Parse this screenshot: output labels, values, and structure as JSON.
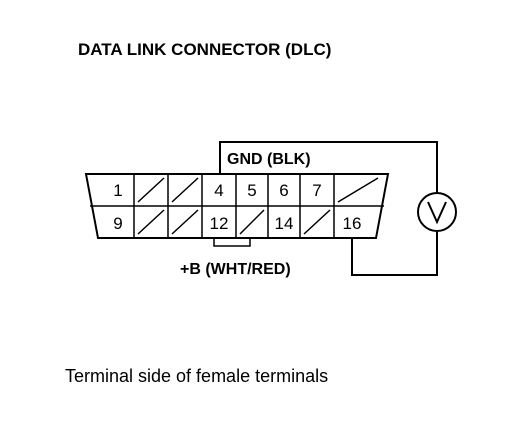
{
  "diagram": {
    "title": "DATA LINK CONNECTOR (DLC)",
    "gnd_label": "GND (BLK)",
    "b_plus_label": "+B (WHT/RED)",
    "caption": "Terminal side of female terminals",
    "meter_symbol": "V",
    "pins": {
      "p1": "1",
      "p4": "4",
      "p5": "5",
      "p6": "6",
      "p7": "7",
      "p9": "9",
      "p12": "12",
      "p14": "14",
      "p16": "16"
    }
  }
}
